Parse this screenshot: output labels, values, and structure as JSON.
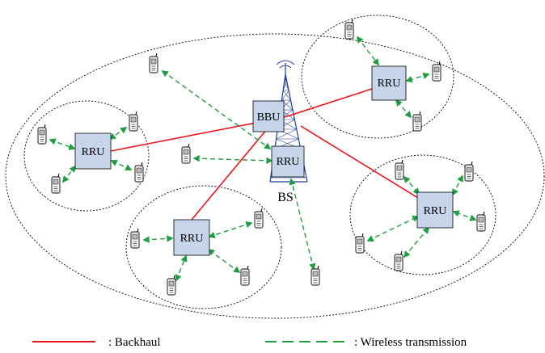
{
  "nodes": {
    "bbu_label": "BBU",
    "rru_label": "RRU",
    "bs_label": "BS"
  },
  "legend": {
    "backhaul_label": ": Backhaul",
    "wireless_label": ": Wireless transmission"
  },
  "colors": {
    "backhaul": "#e8141c",
    "wireless": "#1f9e3f",
    "box_fill": "#c6d5ea",
    "tower": "#1f3f9e"
  },
  "icons": [
    "mobile-phone-icon",
    "antenna-tower-icon"
  ]
}
